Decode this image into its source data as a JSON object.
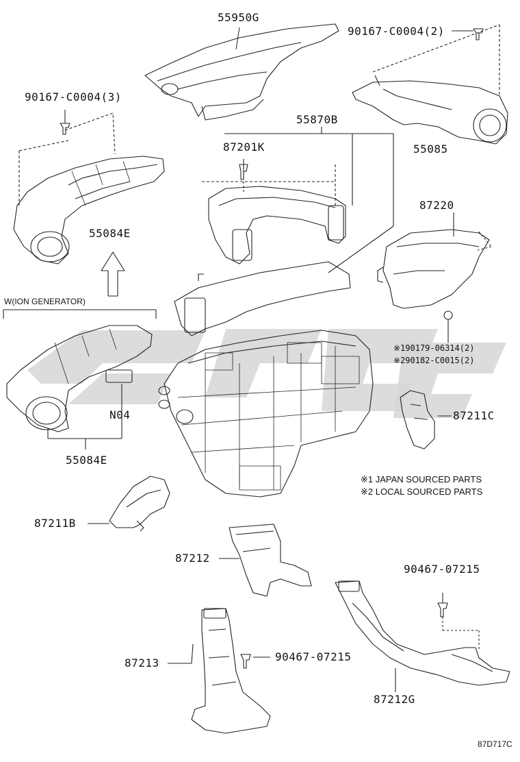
{
  "labels": {
    "p55950G": "55950G",
    "p90167_2": "90167-C0004(2)",
    "p90167_3": "90167-C0004(3)",
    "p55870B": "55870B",
    "p87201K": "87201K",
    "p55085": "55085",
    "p55084E_top": "55084E",
    "p87220": "87220",
    "ion_generator": "W(ION GENERATOR)",
    "p90179": "※190179-06314(2)",
    "p90182": "※290182-C0015(2)",
    "pN04": "N04",
    "p87211C": "87211C",
    "p55084E_bottom": "55084E",
    "p87211B": "87211B",
    "p87212": "87212",
    "p90467_right": "90467-07215",
    "p87213": "87213",
    "p90467_mid": "90467-07215",
    "p87212G": "87212G"
  },
  "notes": {
    "note1": "※1 JAPAN SOURCED PARTS",
    "note2": "※2 LOCAL SOURCED PARTS"
  },
  "diagram_code": "87D717C",
  "colors": {
    "line": "#222222",
    "watermark": "#d4d4d4",
    "fill": "#ffffff"
  }
}
